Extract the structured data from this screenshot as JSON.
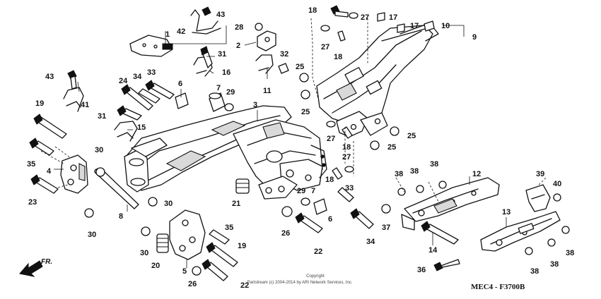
{
  "diagram": {
    "code": "MEC4 - F3700B",
    "copyright_line1": "Copyright",
    "copyright_line2": "Partstream (c) 2004-2014 by ARI Network Services, Inc.",
    "direction_label": "FR."
  },
  "callouts": [
    {
      "id": "c1",
      "text": "1"
    },
    {
      "id": "c2",
      "text": "2"
    },
    {
      "id": "c3",
      "text": "3"
    },
    {
      "id": "c4",
      "text": "4"
    },
    {
      "id": "c5",
      "text": "5"
    },
    {
      "id": "c6a",
      "text": "6"
    },
    {
      "id": "c6b",
      "text": "6"
    },
    {
      "id": "c7a",
      "text": "7"
    },
    {
      "id": "c7b",
      "text": "7"
    },
    {
      "id": "c8",
      "text": "8"
    },
    {
      "id": "c9",
      "text": "9"
    },
    {
      "id": "c10",
      "text": "10"
    },
    {
      "id": "c11",
      "text": "11"
    },
    {
      "id": "c12",
      "text": "12"
    },
    {
      "id": "c13",
      "text": "13"
    },
    {
      "id": "c14",
      "text": "14"
    },
    {
      "id": "c15",
      "text": "15"
    },
    {
      "id": "c16",
      "text": "16"
    },
    {
      "id": "c17a",
      "text": "17"
    },
    {
      "id": "c17b",
      "text": "17"
    },
    {
      "id": "c18a",
      "text": "18"
    },
    {
      "id": "c18b",
      "text": "18"
    },
    {
      "id": "c18c",
      "text": "18"
    },
    {
      "id": "c18d",
      "text": "18"
    },
    {
      "id": "c19a",
      "text": "19"
    },
    {
      "id": "c19b",
      "text": "19"
    },
    {
      "id": "c20",
      "text": "20"
    },
    {
      "id": "c21",
      "text": "21"
    },
    {
      "id": "c22a",
      "text": "22"
    },
    {
      "id": "c22b",
      "text": "22"
    },
    {
      "id": "c23",
      "text": "23"
    },
    {
      "id": "c24",
      "text": "24"
    },
    {
      "id": "c25a",
      "text": "25"
    },
    {
      "id": "c25b",
      "text": "25"
    },
    {
      "id": "c25c",
      "text": "25"
    },
    {
      "id": "c25d",
      "text": "25"
    },
    {
      "id": "c26a",
      "text": "26"
    },
    {
      "id": "c26b",
      "text": "26"
    },
    {
      "id": "c27a",
      "text": "27"
    },
    {
      "id": "c27b",
      "text": "27"
    },
    {
      "id": "c27c",
      "text": "27"
    },
    {
      "id": "c27d",
      "text": "27"
    },
    {
      "id": "c28",
      "text": "28"
    },
    {
      "id": "c29a",
      "text": "29"
    },
    {
      "id": "c29b",
      "text": "29"
    },
    {
      "id": "c30a",
      "text": "30"
    },
    {
      "id": "c30b",
      "text": "30"
    },
    {
      "id": "c30c",
      "text": "30"
    },
    {
      "id": "c30d",
      "text": "30"
    },
    {
      "id": "c31a",
      "text": "31"
    },
    {
      "id": "c31b",
      "text": "31"
    },
    {
      "id": "c32",
      "text": "32"
    },
    {
      "id": "c33a",
      "text": "33"
    },
    {
      "id": "c33b",
      "text": "33"
    },
    {
      "id": "c34a",
      "text": "34"
    },
    {
      "id": "c34b",
      "text": "34"
    },
    {
      "id": "c35a",
      "text": "35"
    },
    {
      "id": "c35b",
      "text": "35"
    },
    {
      "id": "c36",
      "text": "36"
    },
    {
      "id": "c37",
      "text": "37"
    },
    {
      "id": "c38a",
      "text": "38"
    },
    {
      "id": "c38b",
      "text": "38"
    },
    {
      "id": "c38c",
      "text": "38"
    },
    {
      "id": "c38d",
      "text": "38"
    },
    {
      "id": "c38e",
      "text": "38"
    },
    {
      "id": "c38f",
      "text": "38"
    },
    {
      "id": "c39",
      "text": "39"
    },
    {
      "id": "c40",
      "text": "40"
    },
    {
      "id": "c41",
      "text": "41"
    },
    {
      "id": "c42",
      "text": "42"
    },
    {
      "id": "c43a",
      "text": "43"
    },
    {
      "id": "c43b",
      "text": "43"
    }
  ]
}
